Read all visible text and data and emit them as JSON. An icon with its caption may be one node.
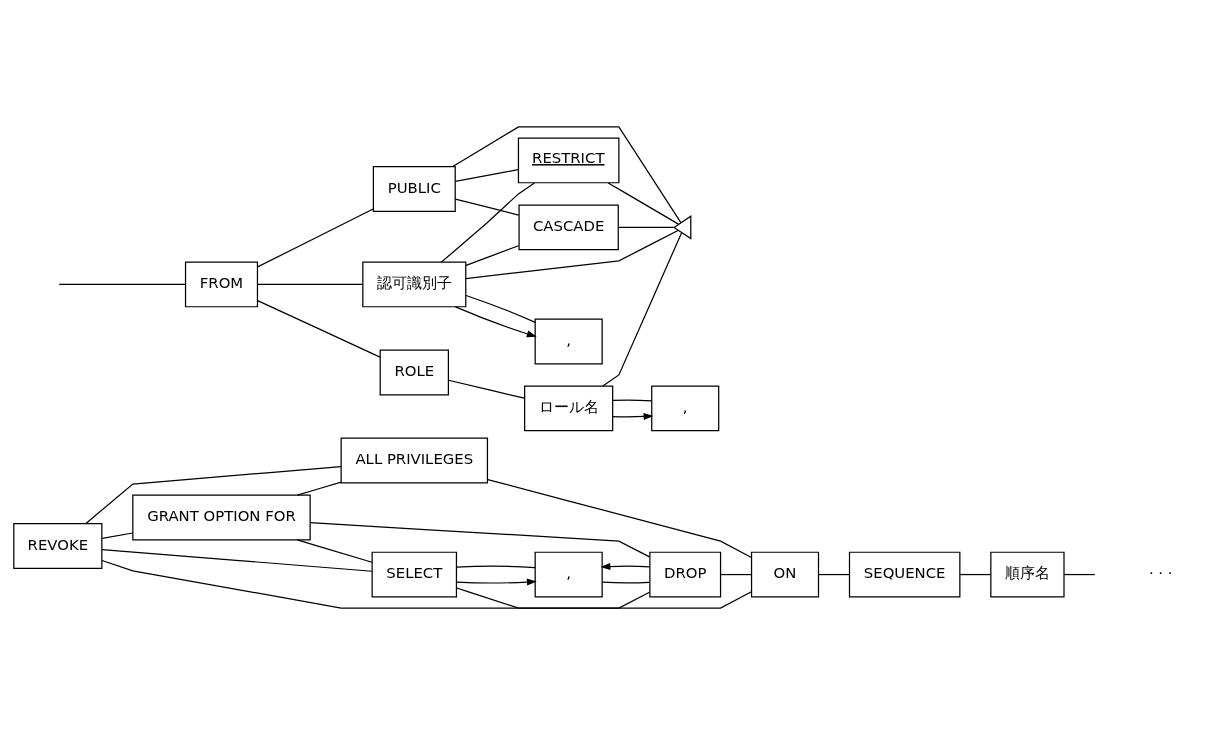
{
  "diagram": {
    "nodes": [
      {
        "text": [
          "REVOKE"
        ]
      },
      {
        "text": [
          "GRANT OPTION FOR"
        ]
      },
      {
        "text": [
          "ALL PRIVILEGES"
        ]
      },
      {
        "text": [
          ","
        ]
      },
      {
        "text": [
          "SELECT"
        ]
      },
      {
        "text": [
          "DROP"
        ]
      },
      {
        "text": [
          "ON"
        ]
      },
      {
        "text": [
          "SEQUENCE"
        ]
      },
      {
        "text": [
          "順序名"
        ]
      },
      {
        "text": [
          "FROM"
        ]
      },
      {
        "text": [
          "PUBLIC"
        ]
      },
      {
        "text": [
          ","
        ]
      },
      {
        "text": [
          "認可識別子"
        ]
      },
      {
        "text": [
          "CASCADE"
        ]
      },
      {
        "text": [
          "RESTRICT"
        ]
      },
      {
        "text": [
          "ROLE"
        ]
      },
      {
        "text": [
          ","
        ]
      },
      {
        "text": [
          "ロール名"
        ]
      },
      {
        "text": [],
        "shape": "triangle"
      }
    ],
    "edges": [
      {
        "from": 0,
        "to": 1,
        "arrow": "none"
      },
      {
        "from": 0,
        "to": 2,
        "arrow": "none"
      },
      {
        "from": 0,
        "to": 4,
        "arrow": "none"
      },
      {
        "from": 0,
        "to": 5,
        "arrow": "none"
      },
      {
        "from": 1,
        "to": 2,
        "arrow": "none"
      },
      {
        "from": 1,
        "to": 4,
        "arrow": "none"
      },
      {
        "from": 1,
        "to": 5,
        "arrow": "none"
      },
      {
        "from": 4,
        "to": 3,
        "arrow": "to"
      },
      {
        "from": 5,
        "to": 3,
        "arrow": "to"
      },
      {
        "from": 3,
        "to": 4,
        "arrow": "none"
      },
      {
        "from": 3,
        "to": 5,
        "arrow": "none"
      },
      {
        "from": 2,
        "to": 6,
        "arrow": "none"
      },
      {
        "from": 4,
        "to": 6,
        "arrow": "none"
      },
      {
        "from": 5,
        "to": 6,
        "arrow": "none"
      },
      {
        "from": 6,
        "to": 7,
        "arrow": "none"
      },
      {
        "from": 7,
        "to": 8,
        "arrow": "none"
      },
      {
        "from": 8,
        "to": null,
        "arrow": "none"
      },
      {
        "from": null,
        "to": 9,
        "arrow": "none"
      },
      {
        "from": 9,
        "to": 10,
        "arrow": "none"
      },
      {
        "from": 9,
        "to": 12,
        "arrow": "none"
      },
      {
        "from": 9,
        "to": 15,
        "arrow": "none"
      },
      {
        "from": 12,
        "to": 11,
        "arrow": "to"
      },
      {
        "from": 11,
        "to": 12,
        "arrow": "none"
      },
      {
        "from": 10,
        "to": 13,
        "arrow": "none"
      },
      {
        "from": 10,
        "to": 14,
        "arrow": "none"
      },
      {
        "from": 10,
        "to": 18,
        "arrow": "none"
      },
      {
        "from": 12,
        "to": 13,
        "arrow": "none"
      },
      {
        "from": 12,
        "to": 14,
        "arrow": "none"
      },
      {
        "from": 12,
        "to": 18,
        "arrow": "none"
      },
      {
        "from": 13,
        "to": 18,
        "arrow": "none"
      },
      {
        "from": 14,
        "to": 18,
        "arrow": "none"
      },
      {
        "from": 15,
        "to": 17,
        "arrow": "none"
      },
      {
        "from": 17,
        "to": 16,
        "arrow": "to"
      },
      {
        "from": 16,
        "to": 17,
        "arrow": "none"
      },
      {
        "from": 17,
        "to": 18,
        "arrow": "none"
      }
    ],
    "labels": [
      "· · ·"
    ]
  }
}
